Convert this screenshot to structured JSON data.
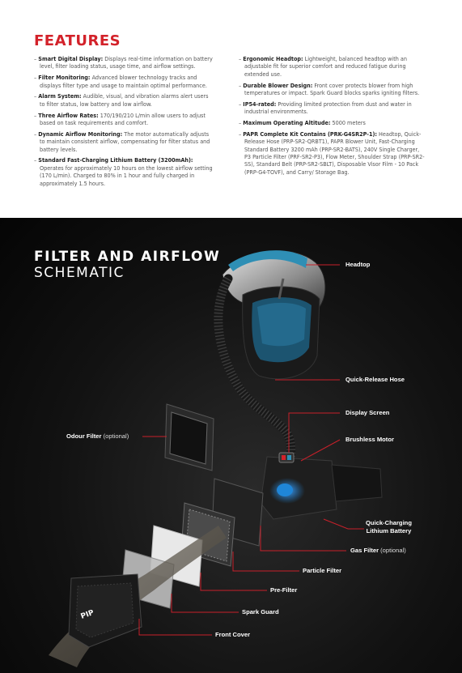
{
  "features": {
    "title": "FEATURES",
    "left": [
      {
        "bold": "Smart Digital Display:",
        "text": " Displays real-time information on battery level, filter loading status, usage time, and airflow settings."
      },
      {
        "bold": "Filter Monitoring:",
        "text": " Advanced blower technology tracks and displays filter type and usage to maintain optimal performance."
      },
      {
        "bold": "Alarm System:",
        "text": " Audible, visual, and vibration alarms alert users to filter status, low battery and low airflow."
      },
      {
        "bold": "Three Airflow Rates:",
        "text": " 170/190/210 L/min allow users to adjust based on task requirements and comfort."
      },
      {
        "bold": "Dynamic Airflow Monitoring:",
        "text": " The motor automatically adjusts to maintain consistent airflow, compensating for filter status and battery levels."
      },
      {
        "bold": "Standard Fast-Charging Lithium Battery (3200mAh):",
        "text": " Operates for approximately 10 hours on the lowest airflow setting (170 L/min). Charged to 80% in 1 hour and fully charged in approximately 1.5 hours."
      }
    ],
    "right": [
      {
        "bold": "Ergonomic Headtop:",
        "text": " Lightweight, balanced headtop with an adjustable fit for superior comfort and reduced fatigue during extended use."
      },
      {
        "bold": "Durable Blower Design:",
        "text": " Front cover protects blower from high temperatures or impact. Spark Guard blocks sparks igniting filters."
      },
      {
        "bold": "IP54-rated:",
        "text": " Providing limited protection from dust and water in industrial environments."
      },
      {
        "bold": "Maximum Operating Altitude:",
        "text": " 5000 meters"
      },
      {
        "bold": "PAPR Complete Kit Contains (PRK-G4SR2P-1):",
        "text": " Headtop, Quick-Release Hose (PRP-SR2-QRBT1), PAPR Blower Unit, Fast-Charging Standard Battery 3200 mAh (PRP-SR2-BATS), 240V Single Charger, P3 Particle Filter (PRF-SR2-P3), Flow Meter, Shoulder Strap (PRP-SR2-SS), Standard Belt (PRP-SR2-SBLT), Disposable Visor Film - 10 Pack (PRP-G4-TOVF), and Carry/ Storage Bag."
      }
    ]
  },
  "schematic": {
    "title_line1": "FILTER AND AIRFLOW",
    "title_line2": "SCHEMATIC",
    "labels": {
      "headtop": "Headtop",
      "hose": "Quick-Release Hose",
      "display": "Display Screen",
      "motor": "Brushless Motor",
      "odour": "Odour Filter",
      "odour_opt": "(optional)",
      "battery_1": "Quick-Charging",
      "battery_2": "Lithium Battery",
      "gas": "Gas Filter",
      "gas_opt": "(optional)",
      "particle": "Particle Filter",
      "prefilter": "Pre-Filter",
      "spark": "Spark Guard",
      "cover": "Front Cover",
      "brand": "PIP"
    },
    "colors": {
      "accent_red": "#d3222a",
      "leader_red": "#c8202a",
      "headtop_blue": "#2f8fb5",
      "motor_blue": "#1f86d8"
    }
  }
}
